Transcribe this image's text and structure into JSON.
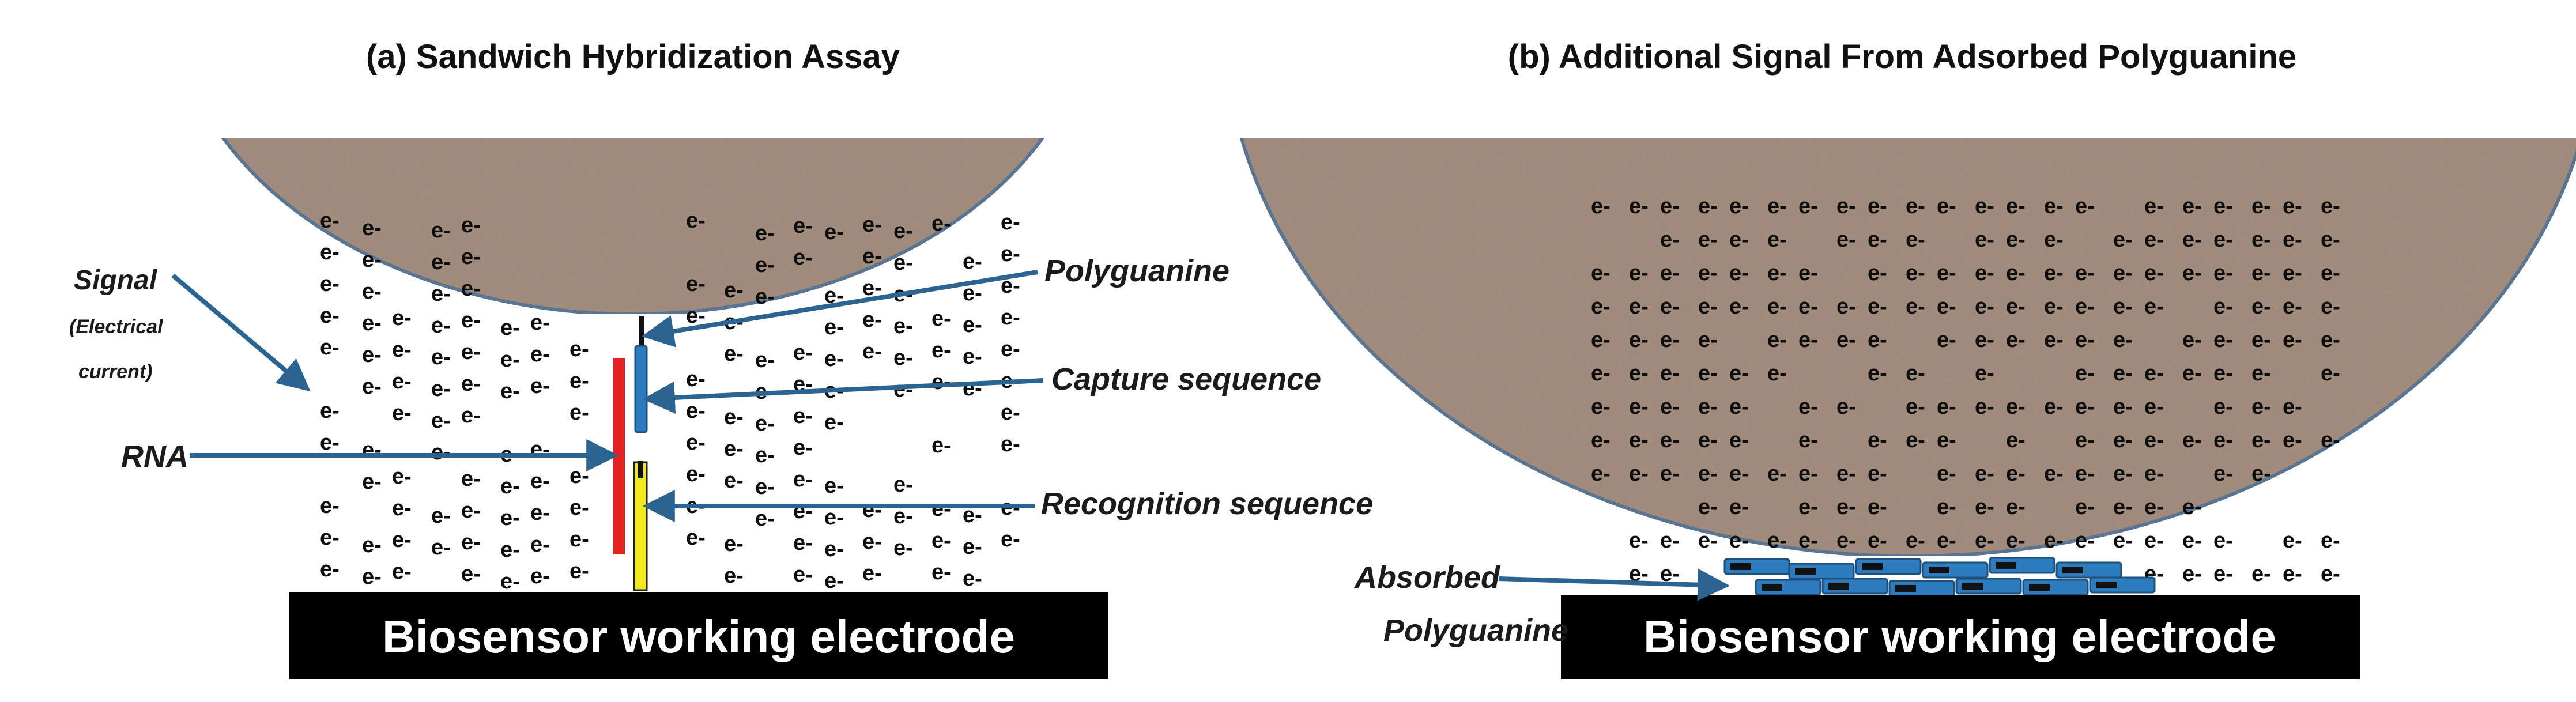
{
  "panel_a": {
    "title": "(a) Sandwich Hybridization Assay",
    "electrode_label": "Biosensor working electrode",
    "labels": {
      "signal": "Signal",
      "signal_sub1": "(Electrical",
      "signal_sub2": "current)",
      "rna": "RNA",
      "polyguanine": "Polyguanine",
      "capture": "Capture sequence",
      "recognition": "Recognition sequence"
    }
  },
  "panel_b": {
    "title": "(b) Additional Signal From Adsorbed Polyguanine",
    "electrode_label": "Biosensor working electrode",
    "labels": {
      "absorbed1": "Absorbed",
      "absorbed2": "Polyguanine"
    }
  },
  "electron_symbol": "e-",
  "colors": {
    "bead": "#a08a7a",
    "bead_stroke": "#2f6a98",
    "arrow": "#2b6391",
    "electrode": "#000000",
    "rna": "#e32222",
    "recognition": "#f2ea1c",
    "capture": "#2e7cc0",
    "polyguanine_block": "#2e7cc0"
  }
}
